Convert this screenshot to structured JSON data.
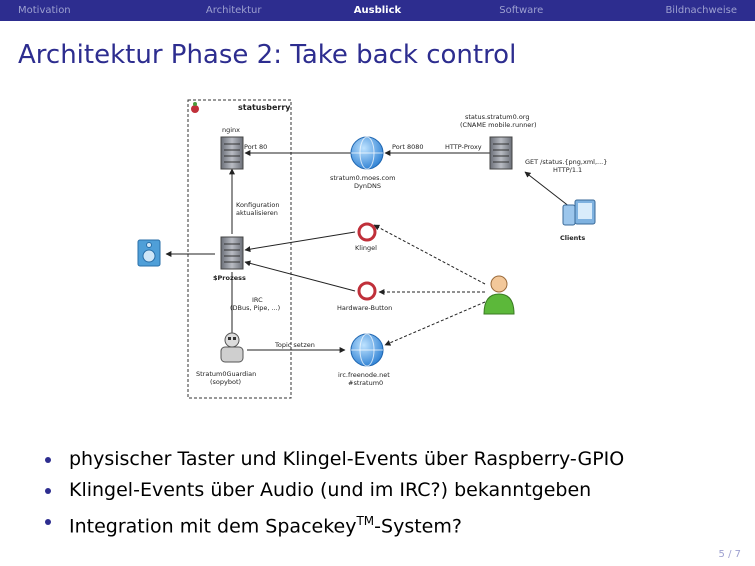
{
  "nav": {
    "items": [
      "Motivation",
      "Architektur",
      "Ausblick",
      "Software",
      "Bildnachweise"
    ],
    "active": "Ausblick"
  },
  "title": "Architektur Phase 2: Take back control",
  "diagram": {
    "group_label": "statusberry",
    "nodes": {
      "nginx": "nginx",
      "port80": "Port 80",
      "config": [
        "Konfiguration",
        "aktualisieren"
      ],
      "process": "$Prozess",
      "irc": [
        "IRC",
        "(DBus, Pipe, ...)"
      ],
      "bot": [
        "Stratum0Guardian",
        "(sopybot)"
      ],
      "topic": "Topic setzen",
      "dyndns": [
        "stratum0.moes.com",
        "DynDNS"
      ],
      "port8080": "Port 8080",
      "http_proxy": "HTTP-Proxy",
      "status_server": [
        "status.stratum0.org",
        "(CNAME mobile.runner)"
      ],
      "get": [
        "GET /status.{png,xml,...}",
        "HTTP/1.1"
      ],
      "clients": "Clients",
      "klingel": "Klingel",
      "hardware": "Hardware-Button",
      "ircnet": [
        "irc.freenode.net",
        "#stratum0"
      ]
    }
  },
  "bullets": [
    {
      "text": "physischer Taster und Klingel-Events über Raspberry-GPIO"
    },
    {
      "text": "Klingel-Events über Audio (und im IRC?) bekanntgeben"
    },
    {
      "text": "Integration mit dem Spacekey",
      "sup": "TM",
      "after": "-System?"
    }
  ],
  "page": "5 / 7",
  "colors": {
    "theme": "#2d2d8f",
    "nav_inactive": "#9da0d0",
    "globe": "#3a8fe0",
    "event_ring": "#c0303a",
    "person": "#5cb83a"
  }
}
